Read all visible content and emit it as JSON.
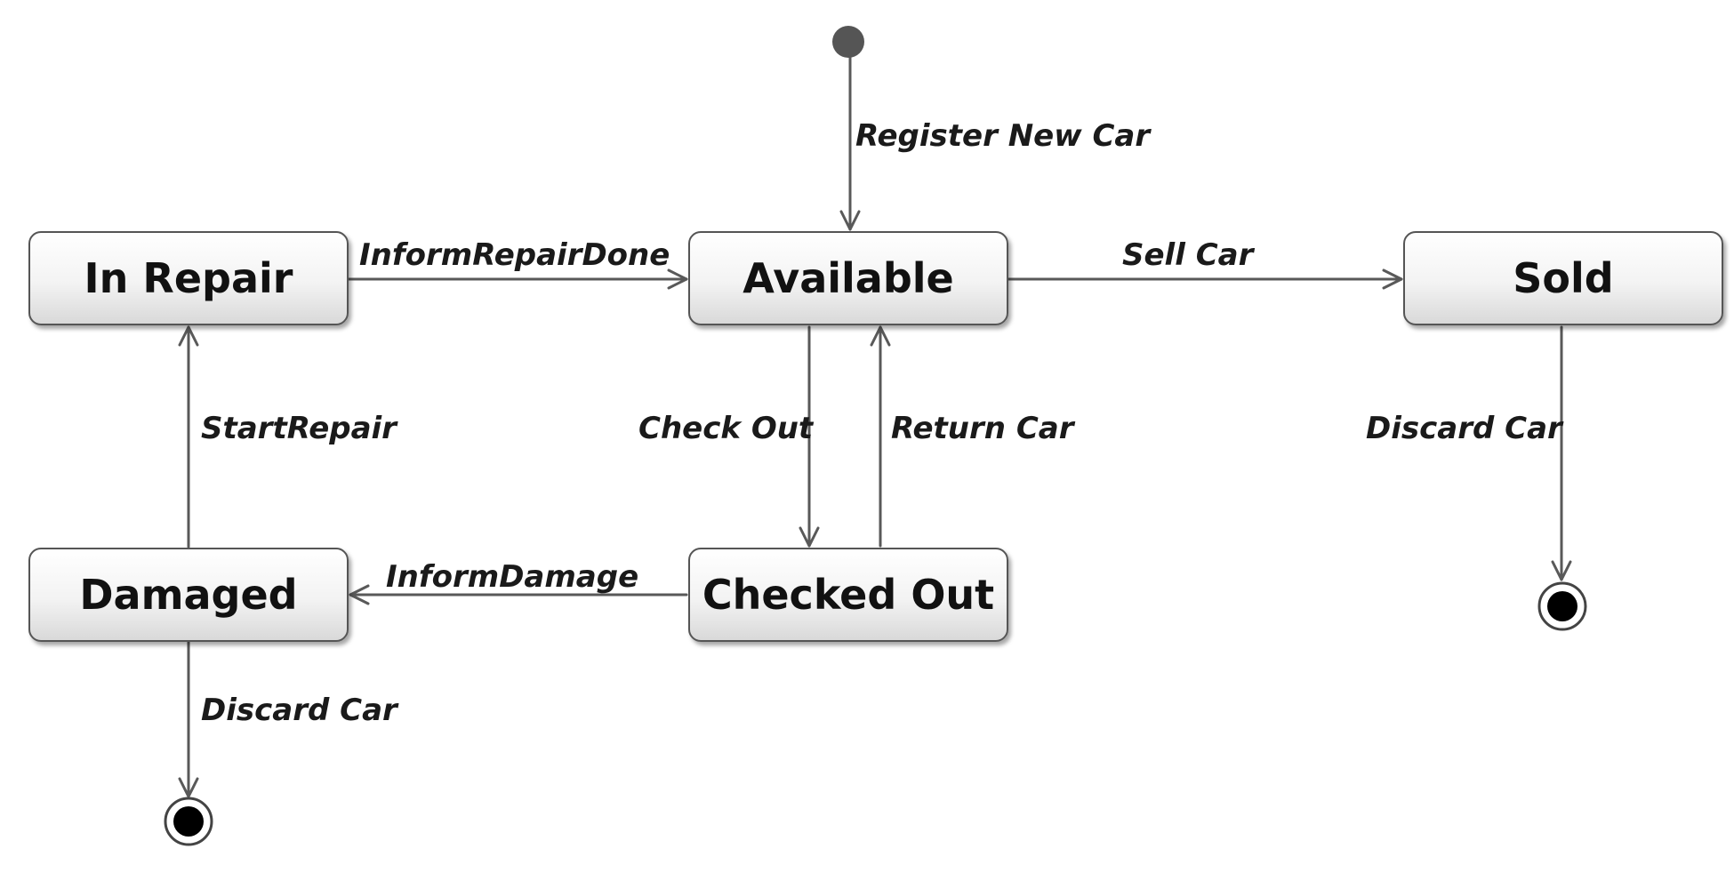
{
  "diagram": {
    "states": {
      "in_repair": "In Repair",
      "available": "Available",
      "sold": "Sold",
      "damaged": "Damaged",
      "checked_out": "Checked Out"
    },
    "transitions": {
      "register_new_car": "Register New Car",
      "inform_repair_done": "InformRepairDone",
      "sell_car": "Sell Car",
      "start_repair": "StartRepair",
      "check_out": "Check Out",
      "return_car": "Return Car",
      "discard_car_sold": "Discard Car",
      "inform_damage": "InformDamage",
      "discard_car_damaged": "Discard Car"
    },
    "colors": {
      "line": "#595959",
      "initial_node": "#555555",
      "final_node": "#000000"
    }
  }
}
